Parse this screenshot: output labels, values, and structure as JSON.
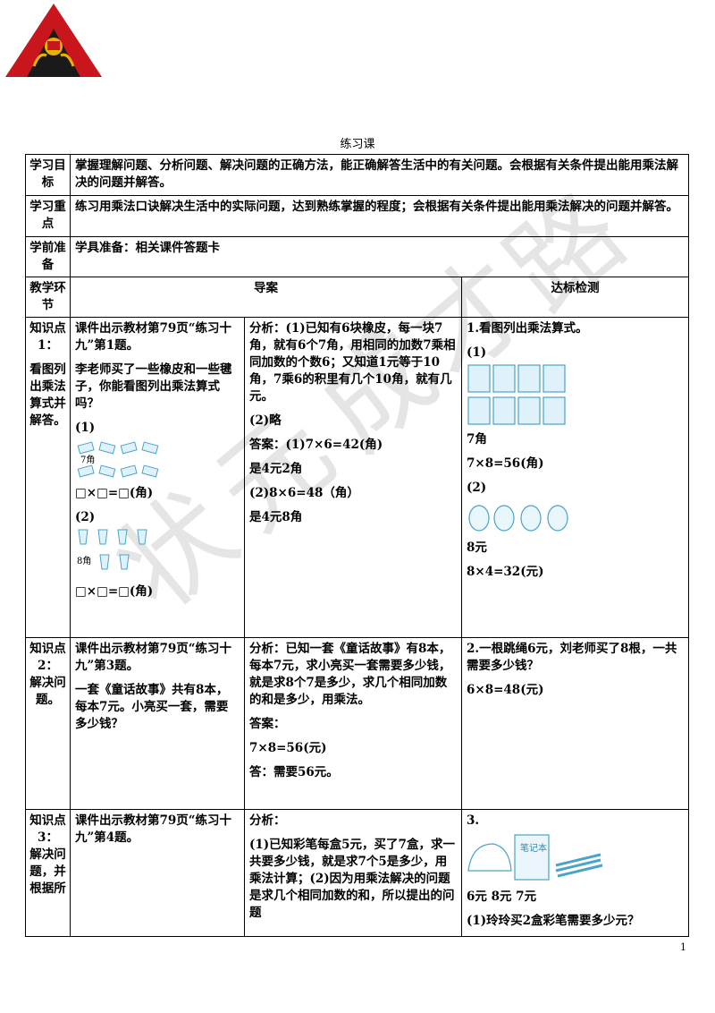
{
  "header": {
    "doc_title": "练习课"
  },
  "rows": {
    "goal": {
      "label": "学习目标",
      "text": "掌握理解问题、分析问题、解决问题的正确方法，能正确解答生活中的有关问题。会根据有关条件提出能用乘法解决的问题并解答。"
    },
    "focus": {
      "label": "学习重点",
      "text": "练习用乘法口诀解决生活中的实际问题，达到熟练掌握的程度；会根据有关条件提出能用乘法解决的问题并解答。"
    },
    "prep": {
      "label": "学前准备",
      "text": "学具准备：相关课件答题卡"
    },
    "columns": {
      "stage": "教学环节",
      "guide": "导案",
      "check": "达标检测"
    }
  },
  "k1": {
    "label_a": "知识点1：",
    "label_b": "看图列出乘法算式并解答。",
    "guide": {
      "p1": "课件出示教材第79页“练习十九”第1题。",
      "p2": "李老师买了一些橡皮和一些毽子，你能看图列出乘法算式吗？",
      "sub1": "(1)",
      "price1": "7角",
      "blank1": "□×□=□(角)",
      "sub2": "(2)",
      "price2": "8角",
      "blank2": "□×□=□(角)"
    },
    "analysis": {
      "p1": "分析：(1)已知有6块橡皮，每一块7角，就有6个7角，用相同的加数7乘相同加数的个数6；又知道1元等于10角，7乘6的积里有几个10角，就有几元。",
      "p2": "(2)略",
      "p3": "答案：(1)7×6=42(角)",
      "p4": "是4元2角",
      "p5": "(2)8×6=48（角）",
      "p6": "是4元8角"
    },
    "check": {
      "q": "1.看图列出乘法算式。",
      "sub1": "(1)",
      "ans1a": "7角",
      "ans1b": "7×8=56(角)",
      "sub2": "(2)",
      "ans2a": "8元",
      "ans2b": "8×4=32(元)"
    }
  },
  "k2": {
    "label_a": "知识点2：",
    "label_b": "解决问题。",
    "guide": {
      "p1": "课件出示教材第79页“练习十九”第3题。",
      "p2": "一套《童话故事》共有8本，每本7元。小亮买一套，需要多少钱？"
    },
    "analysis": {
      "p1": "分析：已知一套《童话故事》有8本，每本7元，求小亮买一套需要多少钱，就是求8个7是多少，求几个相同加数的和是多少，用乘法。",
      "p2": "答案：",
      "p3": "7×8=56(元)",
      "p4": "答：需要56元。"
    },
    "check": {
      "q": "2.一根跳绳6元，刘老师买了8根，一共需要多少钱？",
      "a": "6×8=48(元)"
    }
  },
  "k3": {
    "label_a": "知识点3：",
    "label_b": "解决问题，并根据所",
    "guide": {
      "p1": "课件出示教材第79页“练习十九”第4题。"
    },
    "analysis": {
      "p1": "分析：",
      "p2": "(1)已知彩笔每盒5元，买了7盒，求一共要多少钱，就是求7个5是多少，用乘法计算；(2)因为用乘法解决的问题是求几个相同加数的和，所以提出的问题"
    },
    "check": {
      "q": "3.",
      "book": "笔记本",
      "prices": "6元 8元 7元",
      "q1": "(1)玲玲买2盒彩笔需要多少元？"
    }
  },
  "watermark": [
    "状",
    "元",
    "成",
    "才",
    "路"
  ],
  "page_number": "1"
}
